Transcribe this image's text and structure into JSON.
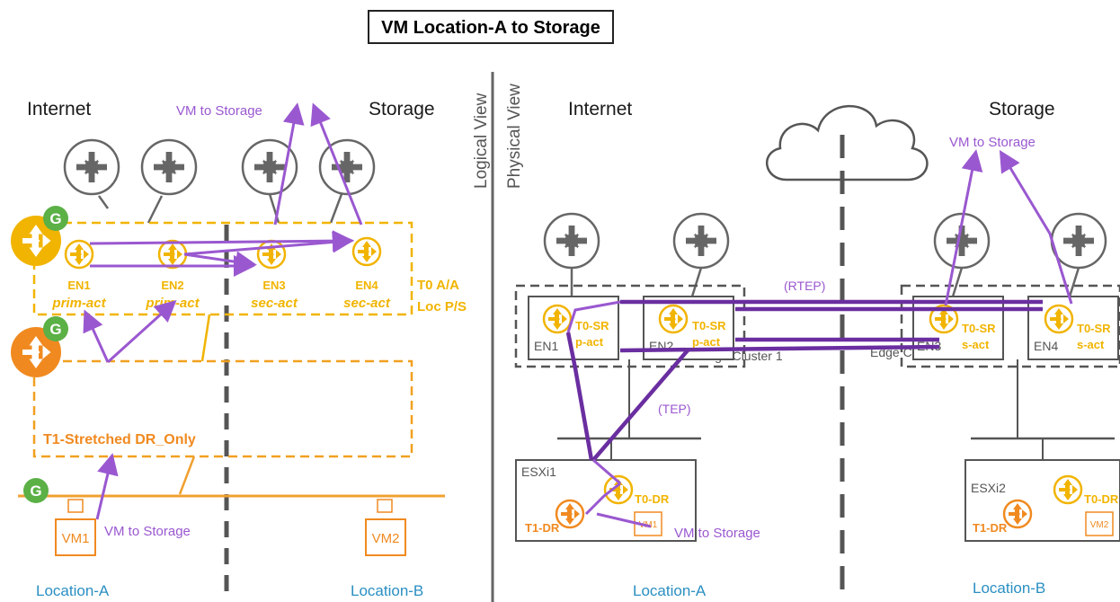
{
  "title": "VM Location-A to Storage",
  "view_labels": {
    "logical": "Logical View",
    "physical": "Physical View"
  },
  "logical": {
    "internet": "Internet",
    "storage": "Storage",
    "vm_to_storage_top": "VM to Storage",
    "vm_to_storage_bottom": "VM to Storage",
    "t0_label_1": "T0 A/A",
    "t0_label_2": "Loc P/S",
    "t1_label": "T1-Stretched DR_Only",
    "global_badge": "G",
    "edges": [
      {
        "name": "EN1",
        "role": "prim-act"
      },
      {
        "name": "EN2",
        "role": "prim-act"
      },
      {
        "name": "EN3",
        "role": "sec-act"
      },
      {
        "name": "EN4",
        "role": "sec-act"
      }
    ],
    "vms": [
      "VM1",
      "VM2"
    ],
    "location_a": "Location-A",
    "location_b": "Location-B"
  },
  "physical": {
    "internet": "Internet",
    "storage": "Storage",
    "vm_to_storage_top": "VM to Storage",
    "vm_to_storage_bottom": "VM to Storage",
    "rtep": "(RTEP)",
    "tep": "(TEP)",
    "edge_cluster_1": "Edge Cluster 1",
    "edge_cluster_2": "Edge Cluster 2",
    "nodes": [
      {
        "name": "EN1",
        "sr": "T0-SR",
        "role": "p-act"
      },
      {
        "name": "EN2",
        "sr": "T0-SR",
        "role": "p-act"
      },
      {
        "name": "EN3",
        "sr": "T0-SR",
        "role": "s-act"
      },
      {
        "name": "EN4",
        "sr": "T0-SR",
        "role": "s-act"
      }
    ],
    "esxi1": "ESXi1",
    "esxi2": "ESXi2",
    "t0_dr": "T0-DR",
    "t1_dr": "T1-DR",
    "vm1": "VM1",
    "vm2": "VM2",
    "location_a": "Location-A",
    "location_b": "Location-B"
  }
}
